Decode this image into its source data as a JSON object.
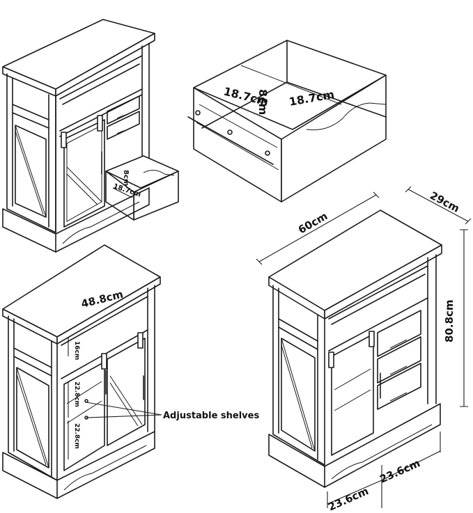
{
  "views": {
    "drawer_detail": {
      "height": "8cm",
      "width_left": "18.7cm",
      "width_right": "18.7cm"
    },
    "top_left": {
      "drawer_height": "8cm",
      "drawer_width": "18.7cm"
    },
    "bottom_left": {
      "width": "48.8cm",
      "upper_shelf_height": "16cm",
      "middle_shelf_height": "22.8cm",
      "lower_shelf_height": "22.8cm",
      "callout": "Adjustable shelves"
    },
    "bottom_right": {
      "width": "60cm",
      "depth": "29cm",
      "height": "80.8cm",
      "door_left_width": "23.6cm",
      "door_right_width": "23.6cm"
    }
  }
}
